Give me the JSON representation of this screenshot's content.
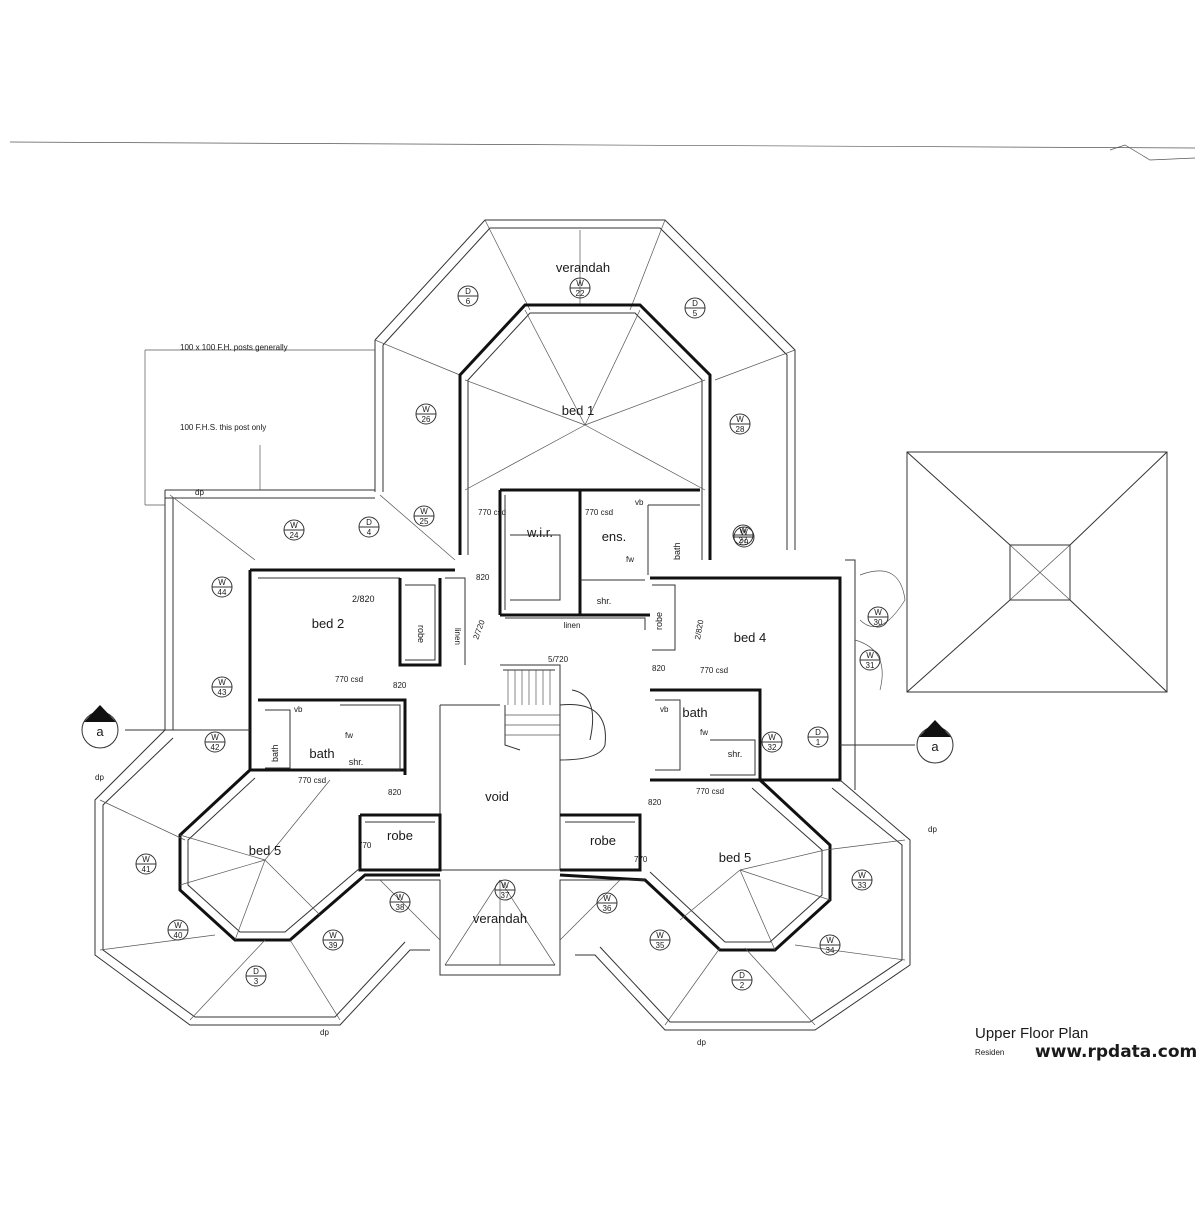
{
  "title": "Upper Floor Plan",
  "subtitle": "Residen",
  "watermark": "www.rpdata.com",
  "notes": {
    "posts": "100 x 100 F.H. posts generally",
    "post_only": "100 F.H.S. this post only"
  },
  "rooms": {
    "verandah_top": "verandah",
    "verandah_bottom": "verandah",
    "bed1": "bed 1",
    "bed2": "bed 2",
    "bed4": "bed 4",
    "bed5_left": "bed 5",
    "bed5_right": "bed 5",
    "wir": "w.i.r.",
    "ens": "ens.",
    "bath_left": "bath",
    "bath_right": "bath",
    "bath_ens": "bath",
    "bath_vert": "bath",
    "void": "void",
    "robe_left": "robe",
    "robe_right": "robe",
    "robe_bed2": "robe",
    "robe_bed4": "robe",
    "shr_ens": "shr.",
    "shr_left": "shr.",
    "shr_right": "shr.",
    "linen_1": "linen",
    "linen_2": "linen"
  },
  "dims": {
    "d770_wir": "770 csd",
    "d770_ens": "770 csd",
    "d820_a": "820",
    "d2_820_a": "2/820",
    "d2_720": "2/720",
    "d5_720": "5/720",
    "d2_820_b": "2/820",
    "d770_bath_l": "770 csd",
    "d820_b": "820",
    "d770_bath_l2": "770 csd",
    "d820_c": "820",
    "d770_robe_l": "770",
    "d770_bath_r": "770 csd",
    "d820_d": "820",
    "d770_bath_r2": "770 csd",
    "d820_e": "820",
    "d770_robe_r": "770",
    "vb1": "vb",
    "vb2": "vb",
    "vb3": "vb",
    "fw1": "fw",
    "fw2": "fw",
    "fw3": "fw"
  },
  "section_marker": "a",
  "dp": "dp",
  "tags": {
    "W22": "22",
    "W26": "26",
    "W28": "28",
    "W25": "25",
    "W27": "27",
    "W24": "24",
    "W44": "44",
    "W43": "43",
    "W42": "42",
    "W41": "41",
    "W40": "40",
    "W39": "39",
    "W38": "38",
    "W37": "37",
    "W36": "36",
    "W35": "35",
    "W34": "34",
    "W33": "33",
    "W32": "32",
    "W31": "31",
    "W30": "30",
    "W29": "29",
    "D6": "6",
    "D5": "5",
    "D4": "4",
    "D3": "3",
    "D2": "2",
    "D1": "1",
    "W_letter": "W",
    "D_letter": "D"
  }
}
